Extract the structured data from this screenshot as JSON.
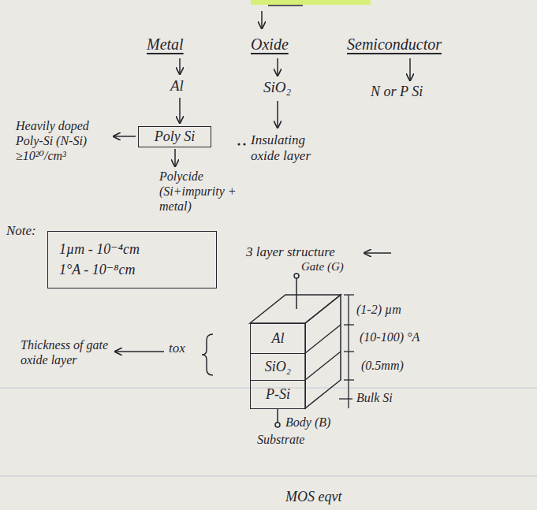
{
  "diagram": {
    "nodes": [
      {
        "text": [
          "Poly Si"
        ]
      },
      {
        "text": [
          "Note:",
          "1µm - 10⁻⁴cm",
          "1°A - 10⁻⁸cm"
        ]
      },
      {
        "text": [
          "Al"
        ]
      },
      {
        "text": [
          "SiO₂"
        ]
      },
      {
        "text": [
          "P-Si"
        ]
      }
    ],
    "labels": [
      "Metal",
      "Oxide",
      "Semiconductor",
      "Al",
      "SiO₂",
      "N or P Si",
      "Heavily doped Poly-Si (N-Si) ≥10²⁰/cm³",
      "Polycide (Si+impurity + metal)",
      "Insulating oxide layer",
      "3 layer structure",
      "Gate (G)",
      "(1-2) µm",
      "(10-100) °A",
      "(0.5mm)",
      "Bulk Si",
      "Thickness of gate oxide layer",
      "tox",
      "Body (B)",
      "Substrate",
      "MOS eqvt"
    ]
  }
}
